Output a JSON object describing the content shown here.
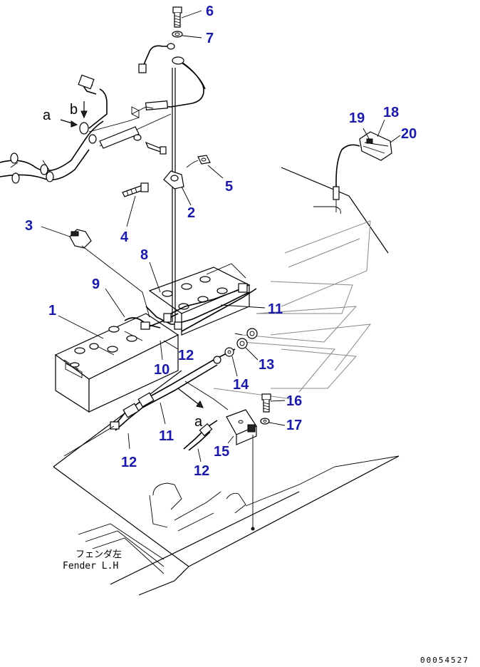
{
  "callouts": {
    "c1": "1",
    "c2": "2",
    "c3": "3",
    "c4": "4",
    "c5": "5",
    "c6": "6",
    "c7": "7",
    "c8": "8",
    "c9": "9",
    "c10": "10",
    "c11a": "11",
    "c11b": "11",
    "c12a": "12",
    "c12b": "12",
    "c12c": "12",
    "c13": "13",
    "c14": "14",
    "c15": "15",
    "c16": "16",
    "c17": "17",
    "c18": "18",
    "c19": "19",
    "c20": "20"
  },
  "view_marks": {
    "a_top": "a",
    "b_top": "b",
    "a_mid": "a"
  },
  "fender_label": {
    "jp": "フェンダ左",
    "en": "Fender L.H"
  },
  "document_id": "00054527",
  "colors": {
    "callout": "#1a1aa6",
    "line": "#000000"
  }
}
